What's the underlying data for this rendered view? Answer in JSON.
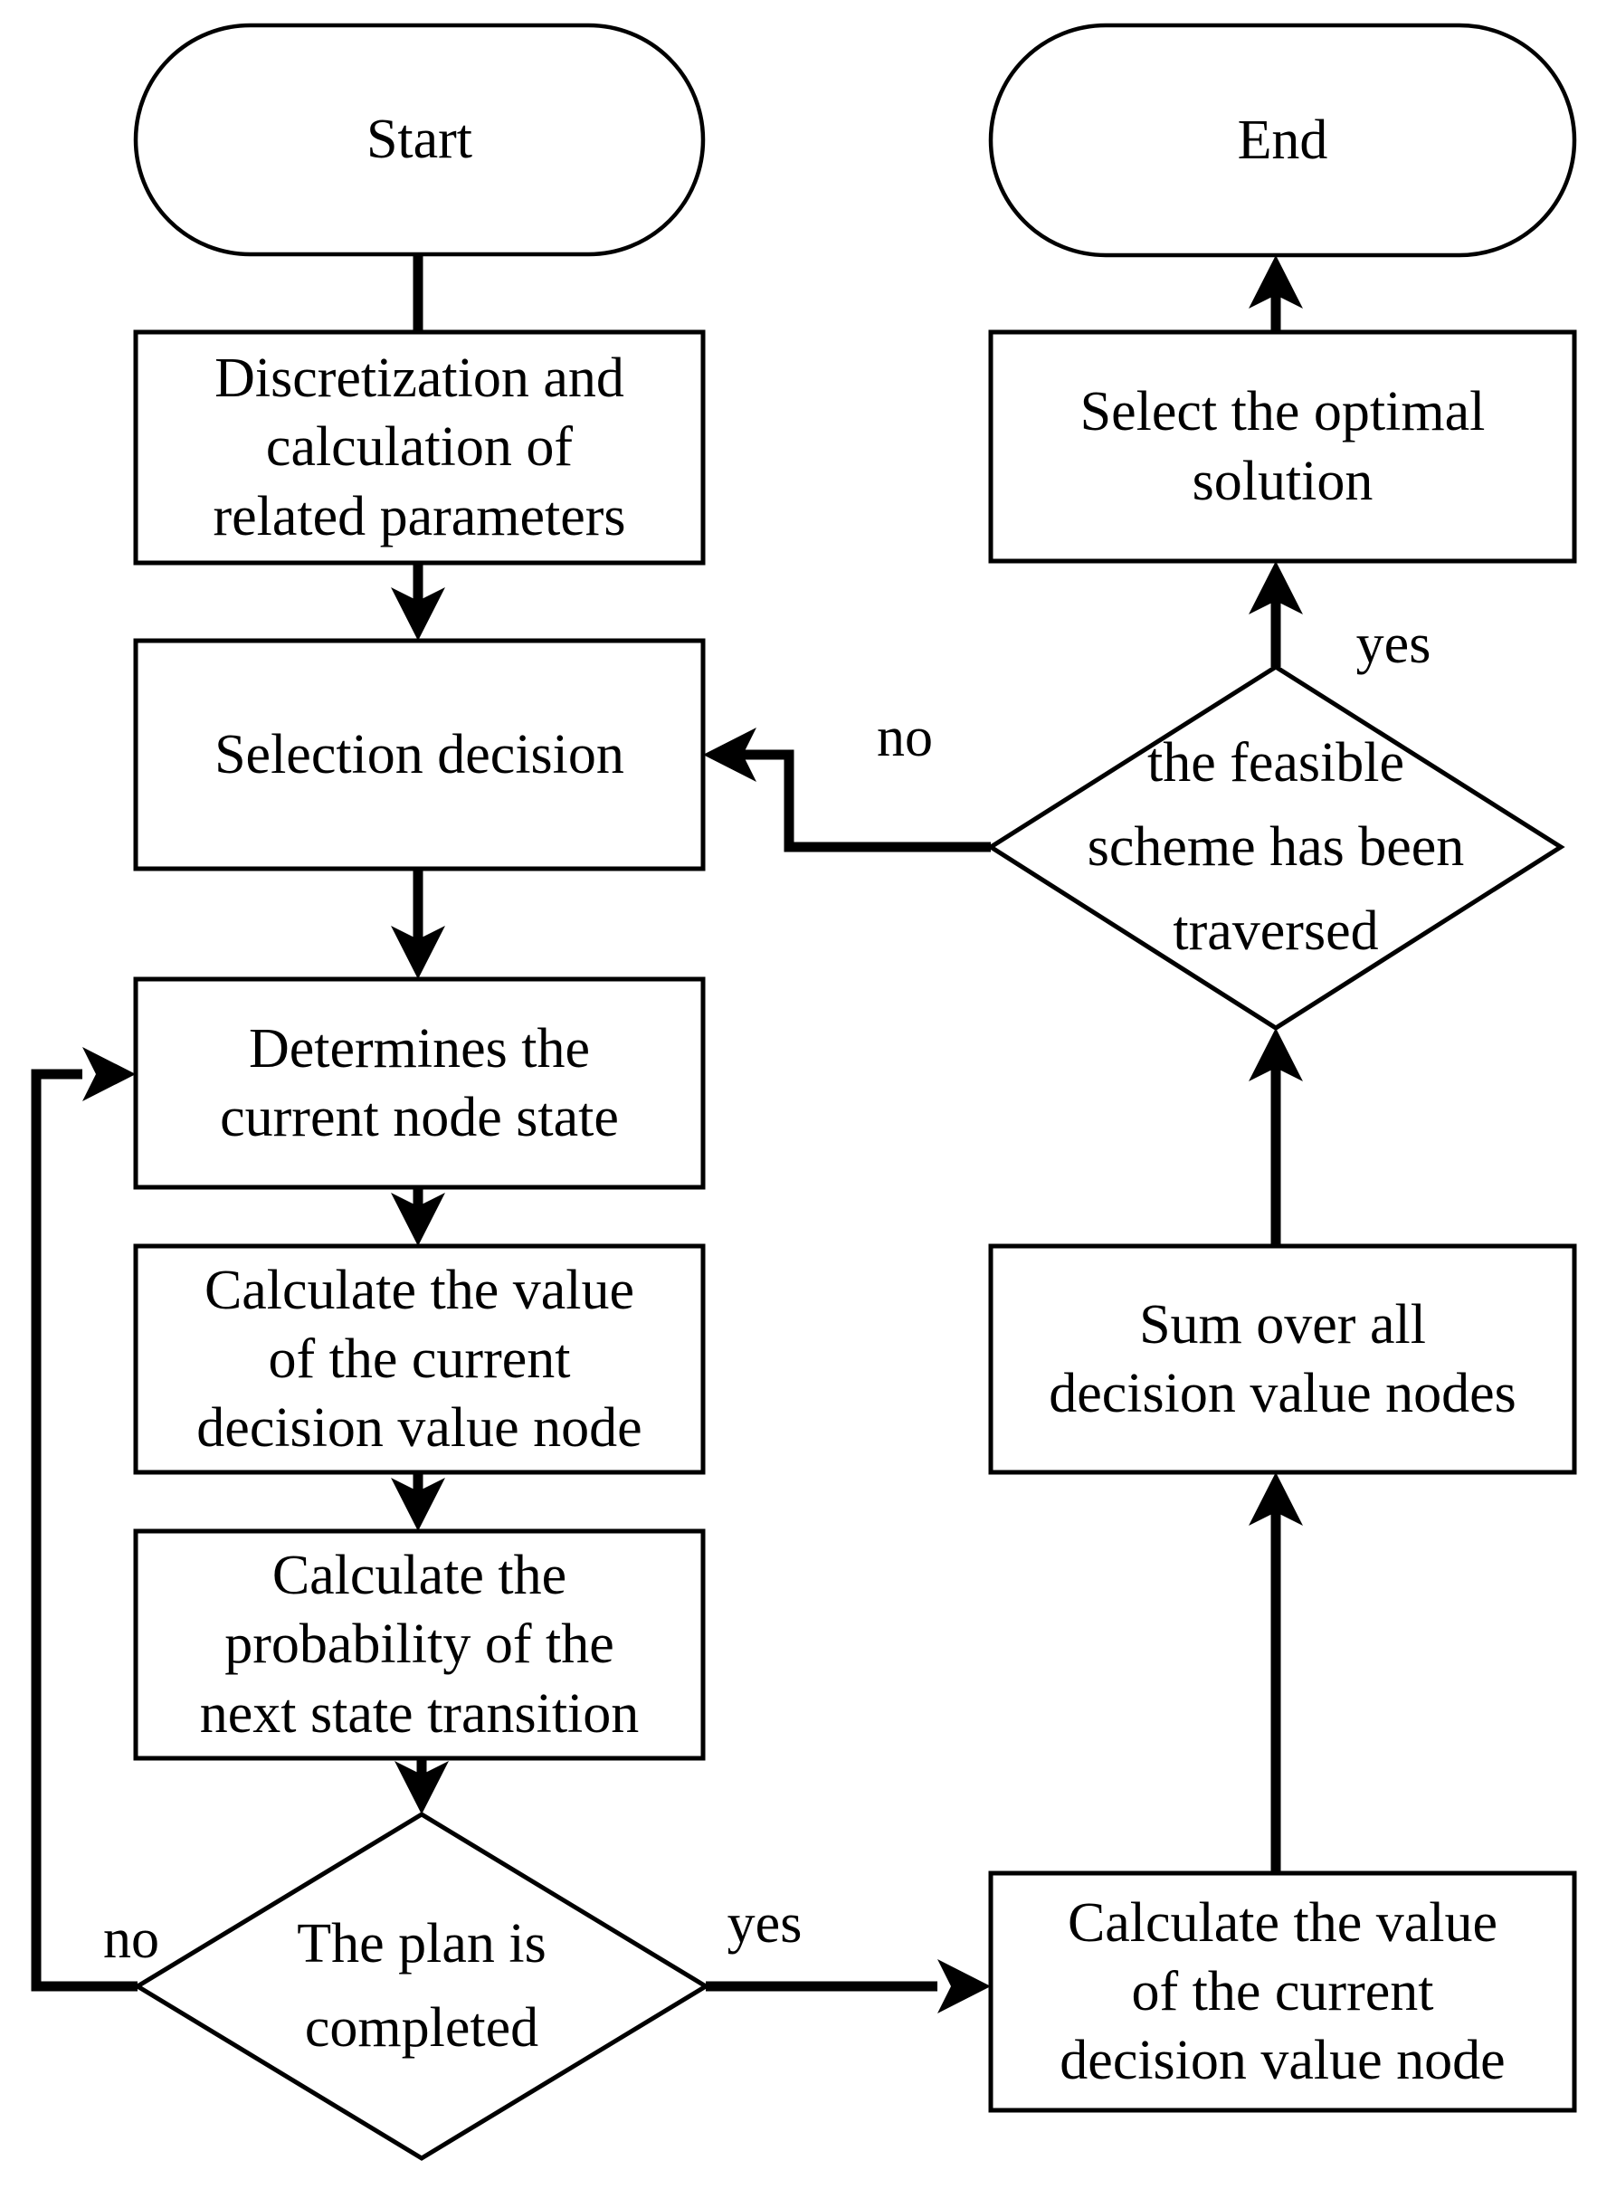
{
  "diagram": {
    "title": "dynamic programming decision flowchart",
    "colors": {
      "ink": "#000000",
      "background": "#ffffff"
    },
    "nodes": {
      "start": {
        "label": "Start",
        "type": "terminator"
      },
      "discretization": {
        "label": "Discretization and\ncalculation of\nrelated parameters",
        "type": "process"
      },
      "selection_decision": {
        "label": "Selection decision",
        "type": "process"
      },
      "determine_state": {
        "label": "Determines the\ncurrent node state",
        "type": "process"
      },
      "calc_current_value": {
        "label": "Calculate the value\nof the current\ndecision value node",
        "type": "process"
      },
      "calc_transition_prob": {
        "label": "Calculate the\nprobability of the\nnext state transition",
        "type": "process"
      },
      "plan_completed": {
        "label": "The plan is\ncompleted",
        "type": "decision"
      },
      "end": {
        "label": "End",
        "type": "terminator"
      },
      "select_optimal": {
        "label": "Select the optimal\nsolution",
        "type": "process"
      },
      "feasible_traversed": {
        "label": "the feasible\nscheme has been\ntraversed",
        "type": "decision"
      },
      "sum_decision_nodes": {
        "label": "Sum over all\ndecision value nodes",
        "type": "process"
      },
      "calc_current_value_2": {
        "label": "Calculate the value\nof the current\ndecision value node",
        "type": "process"
      }
    },
    "edge_labels": {
      "plan_no": "no",
      "plan_yes": "yes",
      "feasible_no": "no",
      "feasible_yes": "yes"
    }
  }
}
